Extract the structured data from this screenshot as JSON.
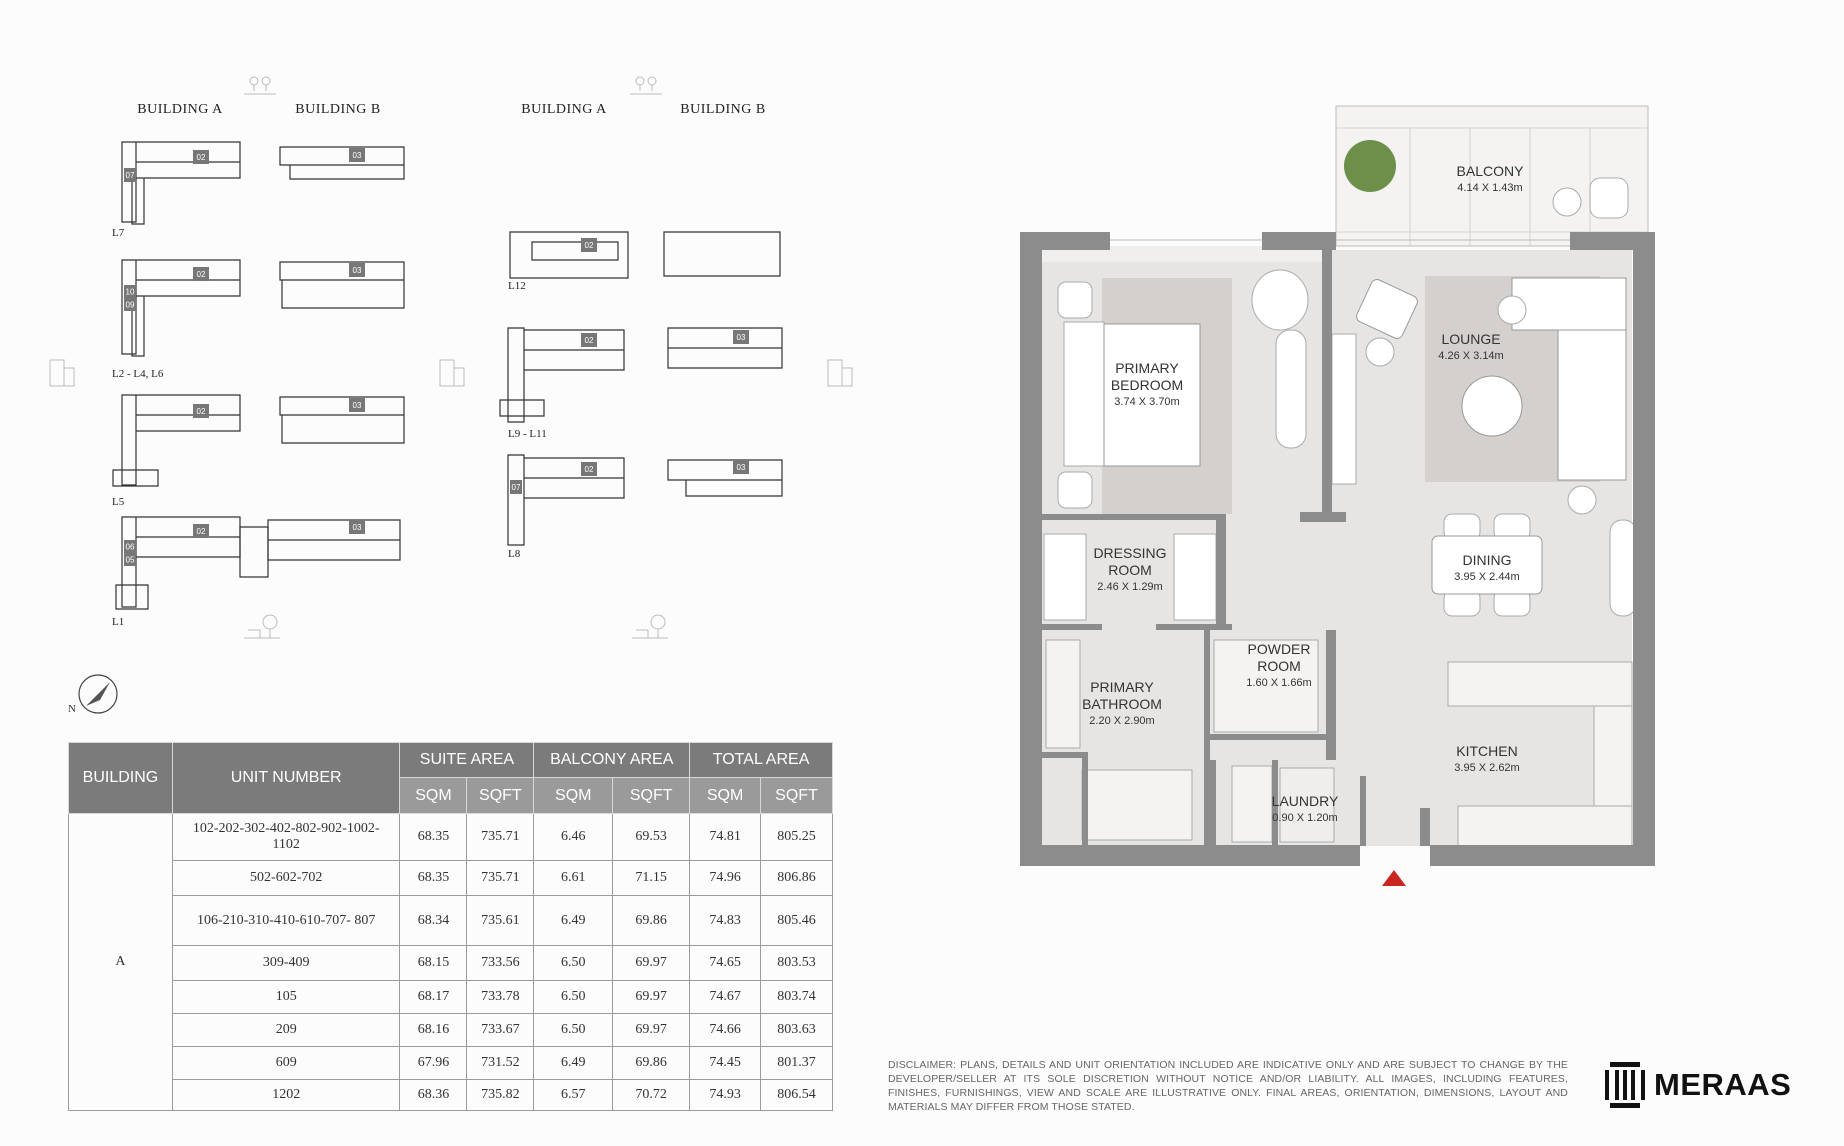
{
  "key_plan": {
    "group1": {
      "building_a": "BUILDING A",
      "building_b": "BUILDING B"
    },
    "group2": {
      "building_a": "BUILDING A",
      "building_b": "BUILDING B"
    },
    "levels": {
      "l7": "L7",
      "l2_l6": "L2 - L4, L6",
      "l5": "L5",
      "l1": "L1",
      "l12": "L12",
      "l9_l11": "L9 - L11",
      "l8": "L8"
    },
    "unit_tags": {
      "l7_a": [
        "02",
        "07"
      ],
      "l7_b": [
        "03"
      ],
      "l2_a": [
        "02",
        "10",
        "09"
      ],
      "l2_b": [
        "03"
      ],
      "l5_a": [
        "02"
      ],
      "l5_b": [
        "03"
      ],
      "l1_a": [
        "02",
        "06",
        "05"
      ],
      "l1_b": [
        "03"
      ],
      "l12_a": [
        "02"
      ],
      "l9_a": [
        "02"
      ],
      "l9_b": [
        "03"
      ],
      "l8_a": [
        "02",
        "07"
      ],
      "l8_b": [
        "03"
      ]
    },
    "compass_label": "N"
  },
  "table": {
    "headers": {
      "building": "BUILDING",
      "unit_number": "UNIT NUMBER",
      "suite_area": "SUITE AREA",
      "balcony_area": "BALCONY AREA",
      "total_area": "TOTAL AREA",
      "sqm": "SQM",
      "sqft": "SQFT"
    },
    "building": "A",
    "rows": [
      {
        "unit": "102-202-302-402-802-902-1002-1102",
        "suite_sqm": "68.35",
        "suite_sqft": "735.71",
        "balcony_sqm": "6.46",
        "balcony_sqft": "69.53",
        "total_sqm": "74.81",
        "total_sqft": "805.25"
      },
      {
        "unit": "502-602-702",
        "suite_sqm": "68.35",
        "suite_sqft": "735.71",
        "balcony_sqm": "6.61",
        "balcony_sqft": "71.15",
        "total_sqm": "74.96",
        "total_sqft": "806.86"
      },
      {
        "unit": "106-210-310-410-610-707- 807",
        "suite_sqm": "68.34",
        "suite_sqft": "735.61",
        "balcony_sqm": "6.49",
        "balcony_sqft": "69.86",
        "total_sqm": "74.83",
        "total_sqft": "805.46"
      },
      {
        "unit": "309-409",
        "suite_sqm": "68.15",
        "suite_sqft": "733.56",
        "balcony_sqm": "6.50",
        "balcony_sqft": "69.97",
        "total_sqm": "74.65",
        "total_sqft": "803.53"
      },
      {
        "unit": "105",
        "suite_sqm": "68.17",
        "suite_sqft": "733.78",
        "balcony_sqm": "6.50",
        "balcony_sqft": "69.97",
        "total_sqm": "74.67",
        "total_sqft": "803.74"
      },
      {
        "unit": "209",
        "suite_sqm": "68.16",
        "suite_sqft": "733.67",
        "balcony_sqm": "6.50",
        "balcony_sqft": "69.97",
        "total_sqm": "74.66",
        "total_sqft": "803.63"
      },
      {
        "unit": "609",
        "suite_sqm": "67.96",
        "suite_sqft": "731.52",
        "balcony_sqm": "6.49",
        "balcony_sqft": "69.86",
        "total_sqm": "74.45",
        "total_sqft": "801.37"
      },
      {
        "unit": "1202",
        "suite_sqm": "68.36",
        "suite_sqft": "735.82",
        "balcony_sqm": "6.57",
        "balcony_sqft": "70.72",
        "total_sqm": "74.93",
        "total_sqft": "806.54"
      }
    ]
  },
  "floor_plan": {
    "rooms": {
      "balcony": {
        "name": "BALCONY",
        "dims": "4.14 X 1.43m"
      },
      "primary_bedroom": {
        "name": "PRIMARY BEDROOM",
        "dims": "3.74 X 3.70m"
      },
      "lounge": {
        "name": "LOUNGE",
        "dims": "4.26 X 3.14m"
      },
      "dressing_room": {
        "name": "DRESSING ROOM",
        "dims": "2.46 X 1.29m"
      },
      "dining": {
        "name": "DINING",
        "dims": "3.95 X 2.44m"
      },
      "powder_room": {
        "name": "POWDER ROOM",
        "dims": "1.60 X 1.66m"
      },
      "primary_bathroom": {
        "name": "PRIMARY BATHROOM",
        "dims": "2.20 X 2.90m"
      },
      "kitchen": {
        "name": "KITCHEN",
        "dims": "3.95 X 2.62m"
      },
      "laundry": {
        "name": "LAUNDRY",
        "dims": "0.90 X 1.20m"
      }
    },
    "colors": {
      "wall": "#8c8c8c",
      "floor": "#e6e4e3",
      "rug": "#cfcbc8",
      "entry_marker": "#c8261f"
    }
  },
  "disclaimer": "DISCLAIMER: PLANS, DETAILS AND UNIT ORIENTATION INCLUDED ARE INDICATIVE ONLY AND ARE SUBJECT TO CHANGE BY THE DEVELOPER/SELLER AT ITS SOLE DISCRETION WITHOUT NOTICE AND/OR LIABILITY. ALL IMAGES, INCLUDING FEATURES, FINISHES, FURNISHINGS, VIEW AND SCALE ARE ILLUSTRATIVE ONLY. FINAL AREAS, ORIENTATION, DIMENSIONS, LAYOUT AND MATERIALS MAY DIFFER FROM THOSE STATED.",
  "logo": {
    "text": "MERAAS"
  }
}
